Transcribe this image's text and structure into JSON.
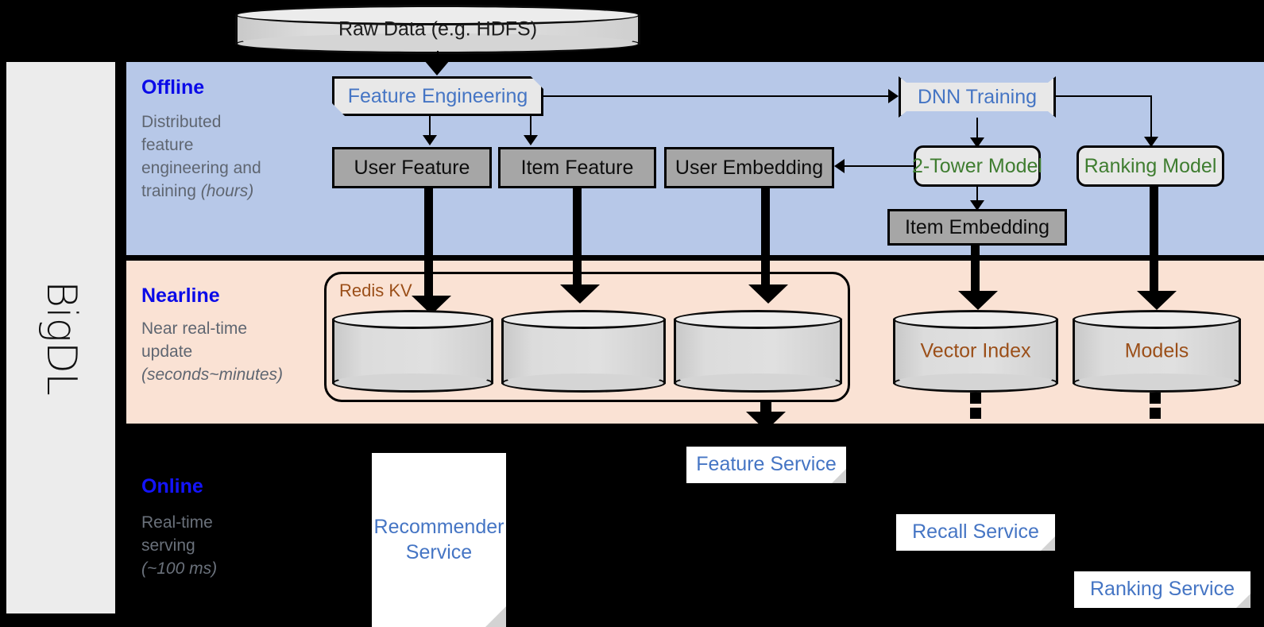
{
  "framework": {
    "name": "BigDL"
  },
  "top": {
    "raw_data_label": "Raw Data (e.g. HDFS)"
  },
  "bands": [
    {
      "id": "offline",
      "title": "Offline",
      "subtitle_line1": "Distributed",
      "subtitle_line2": "feature",
      "subtitle_line3": "engineering and",
      "subtitle_line4": "training ",
      "subtitle_italic": "(hours)",
      "background": "#b7c8e8"
    },
    {
      "id": "nearline",
      "title": "Nearline",
      "subtitle_line1": "Near real-time",
      "subtitle_line2": "update",
      "subtitle_italic": "(seconds~minutes)",
      "background": "#fae2d4"
    },
    {
      "id": "online",
      "title": "Online",
      "subtitle_line1": "Real-time",
      "subtitle_line2": "serving",
      "subtitle_italic": "(~100 ms)",
      "background": "#000000"
    }
  ],
  "offline": {
    "feature_engineering": "Feature Engineering",
    "dnn_training": "DNN Training",
    "user_feature": "User Feature",
    "item_feature": "Item Feature",
    "user_embedding": "User Embedding",
    "two_tower_model": "2-Tower Model",
    "ranking_model": "Ranking Model",
    "item_embedding": "Item Embedding"
  },
  "nearline": {
    "redis_kv": "Redis KV",
    "store_1": "",
    "store_2": "",
    "store_3": "",
    "vector_index": "Vector Index",
    "models": "Models"
  },
  "online": {
    "recommender_service_l1": "Recommender",
    "recommender_service_l2": "Service",
    "feature_service": "Feature Service",
    "recall_service": "Recall Service",
    "ranking_service": "Ranking Service"
  },
  "colors": {
    "offline_band": "#b7c8e8",
    "nearline_band": "#fae2d4",
    "online_band": "#000000",
    "band_title": "#0a0ae8",
    "band_subtitle": "#5f6671",
    "process_text": "#4575c4",
    "model_text": "#3f7d30",
    "store_text": "#9b4f19",
    "gray_box": "#a6a6a6",
    "rail": "#ececec"
  }
}
